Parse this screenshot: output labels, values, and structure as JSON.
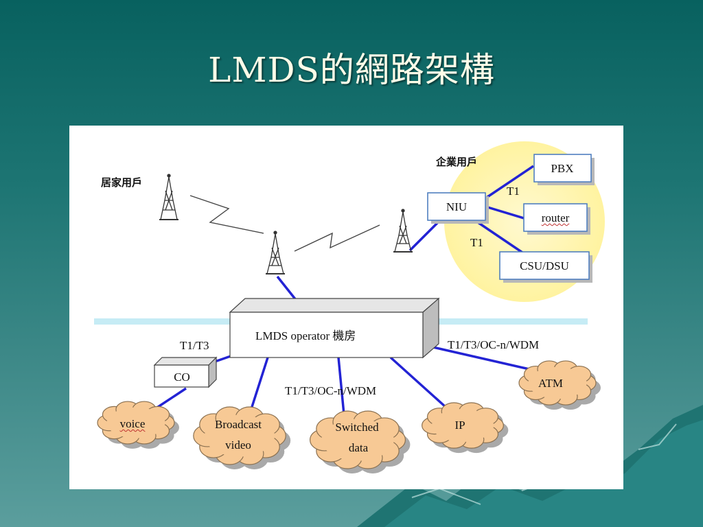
{
  "slide": {
    "title": "LMDS的網路架構"
  },
  "diagram": {
    "residential_label": "居家用戶",
    "enterprise_label": "企業用戶",
    "operator_label": "LMDS operator 機房",
    "niu": "NIU",
    "pbx": "PBX",
    "router": "router",
    "csu_dsu": "CSU/DSU",
    "co": "CO",
    "link_t1_a": "T1",
    "link_t1_b": "T1",
    "link_t1_t3": "T1/T3",
    "link_mid": "T1/T3/OC-n/WDM",
    "link_right": "T1/T3/OC-n/WDM",
    "clouds": {
      "voice": "voice",
      "broadcast_1": "Broadcast",
      "broadcast_2": "video",
      "switched_1": "Switched",
      "switched_2": "data",
      "ip": "IP",
      "atm": "ATM"
    }
  }
}
